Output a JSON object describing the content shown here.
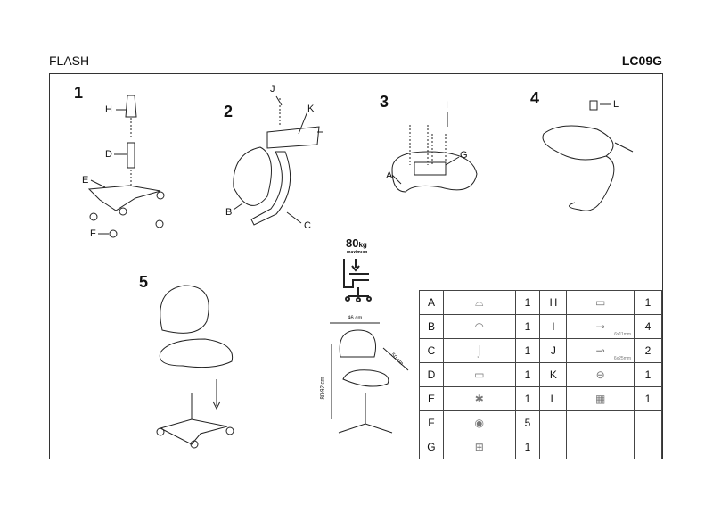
{
  "header": {
    "product_name": "FLASH",
    "product_code": "LC09G"
  },
  "steps": [
    {
      "number": "1",
      "labels": [
        "H",
        "D",
        "E",
        "F"
      ]
    },
    {
      "number": "2",
      "labels": [
        "J",
        "K",
        "B",
        "C"
      ]
    },
    {
      "number": "3",
      "labels": [
        "I",
        "G",
        "A"
      ]
    },
    {
      "number": "4",
      "labels": [
        "L"
      ]
    },
    {
      "number": "5"
    }
  ],
  "load": {
    "value": "80",
    "unit": "kg",
    "caption": "maximum"
  },
  "dimensions": {
    "width": "46 cm",
    "depth": "50 cm",
    "height": "80-92 cm"
  },
  "parts": [
    {
      "left": {
        "id": "A",
        "qty": "1"
      },
      "right": {
        "id": "H",
        "qty": "1",
        "note": ""
      }
    },
    {
      "left": {
        "id": "B",
        "qty": "1"
      },
      "right": {
        "id": "I",
        "qty": "4",
        "note": "6x11mm"
      }
    },
    {
      "left": {
        "id": "C",
        "qty": "1"
      },
      "right": {
        "id": "J",
        "qty": "2",
        "note": "6x25mm"
      }
    },
    {
      "left": {
        "id": "D",
        "qty": "1"
      },
      "right": {
        "id": "K",
        "qty": "1",
        "note": ""
      }
    },
    {
      "left": {
        "id": "E",
        "qty": "1"
      },
      "right": {
        "id": "L",
        "qty": "1",
        "note": ""
      }
    },
    {
      "left": {
        "id": "F",
        "qty": "5"
      }
    },
    {
      "left": {
        "id": "G",
        "qty": "1"
      }
    }
  ]
}
